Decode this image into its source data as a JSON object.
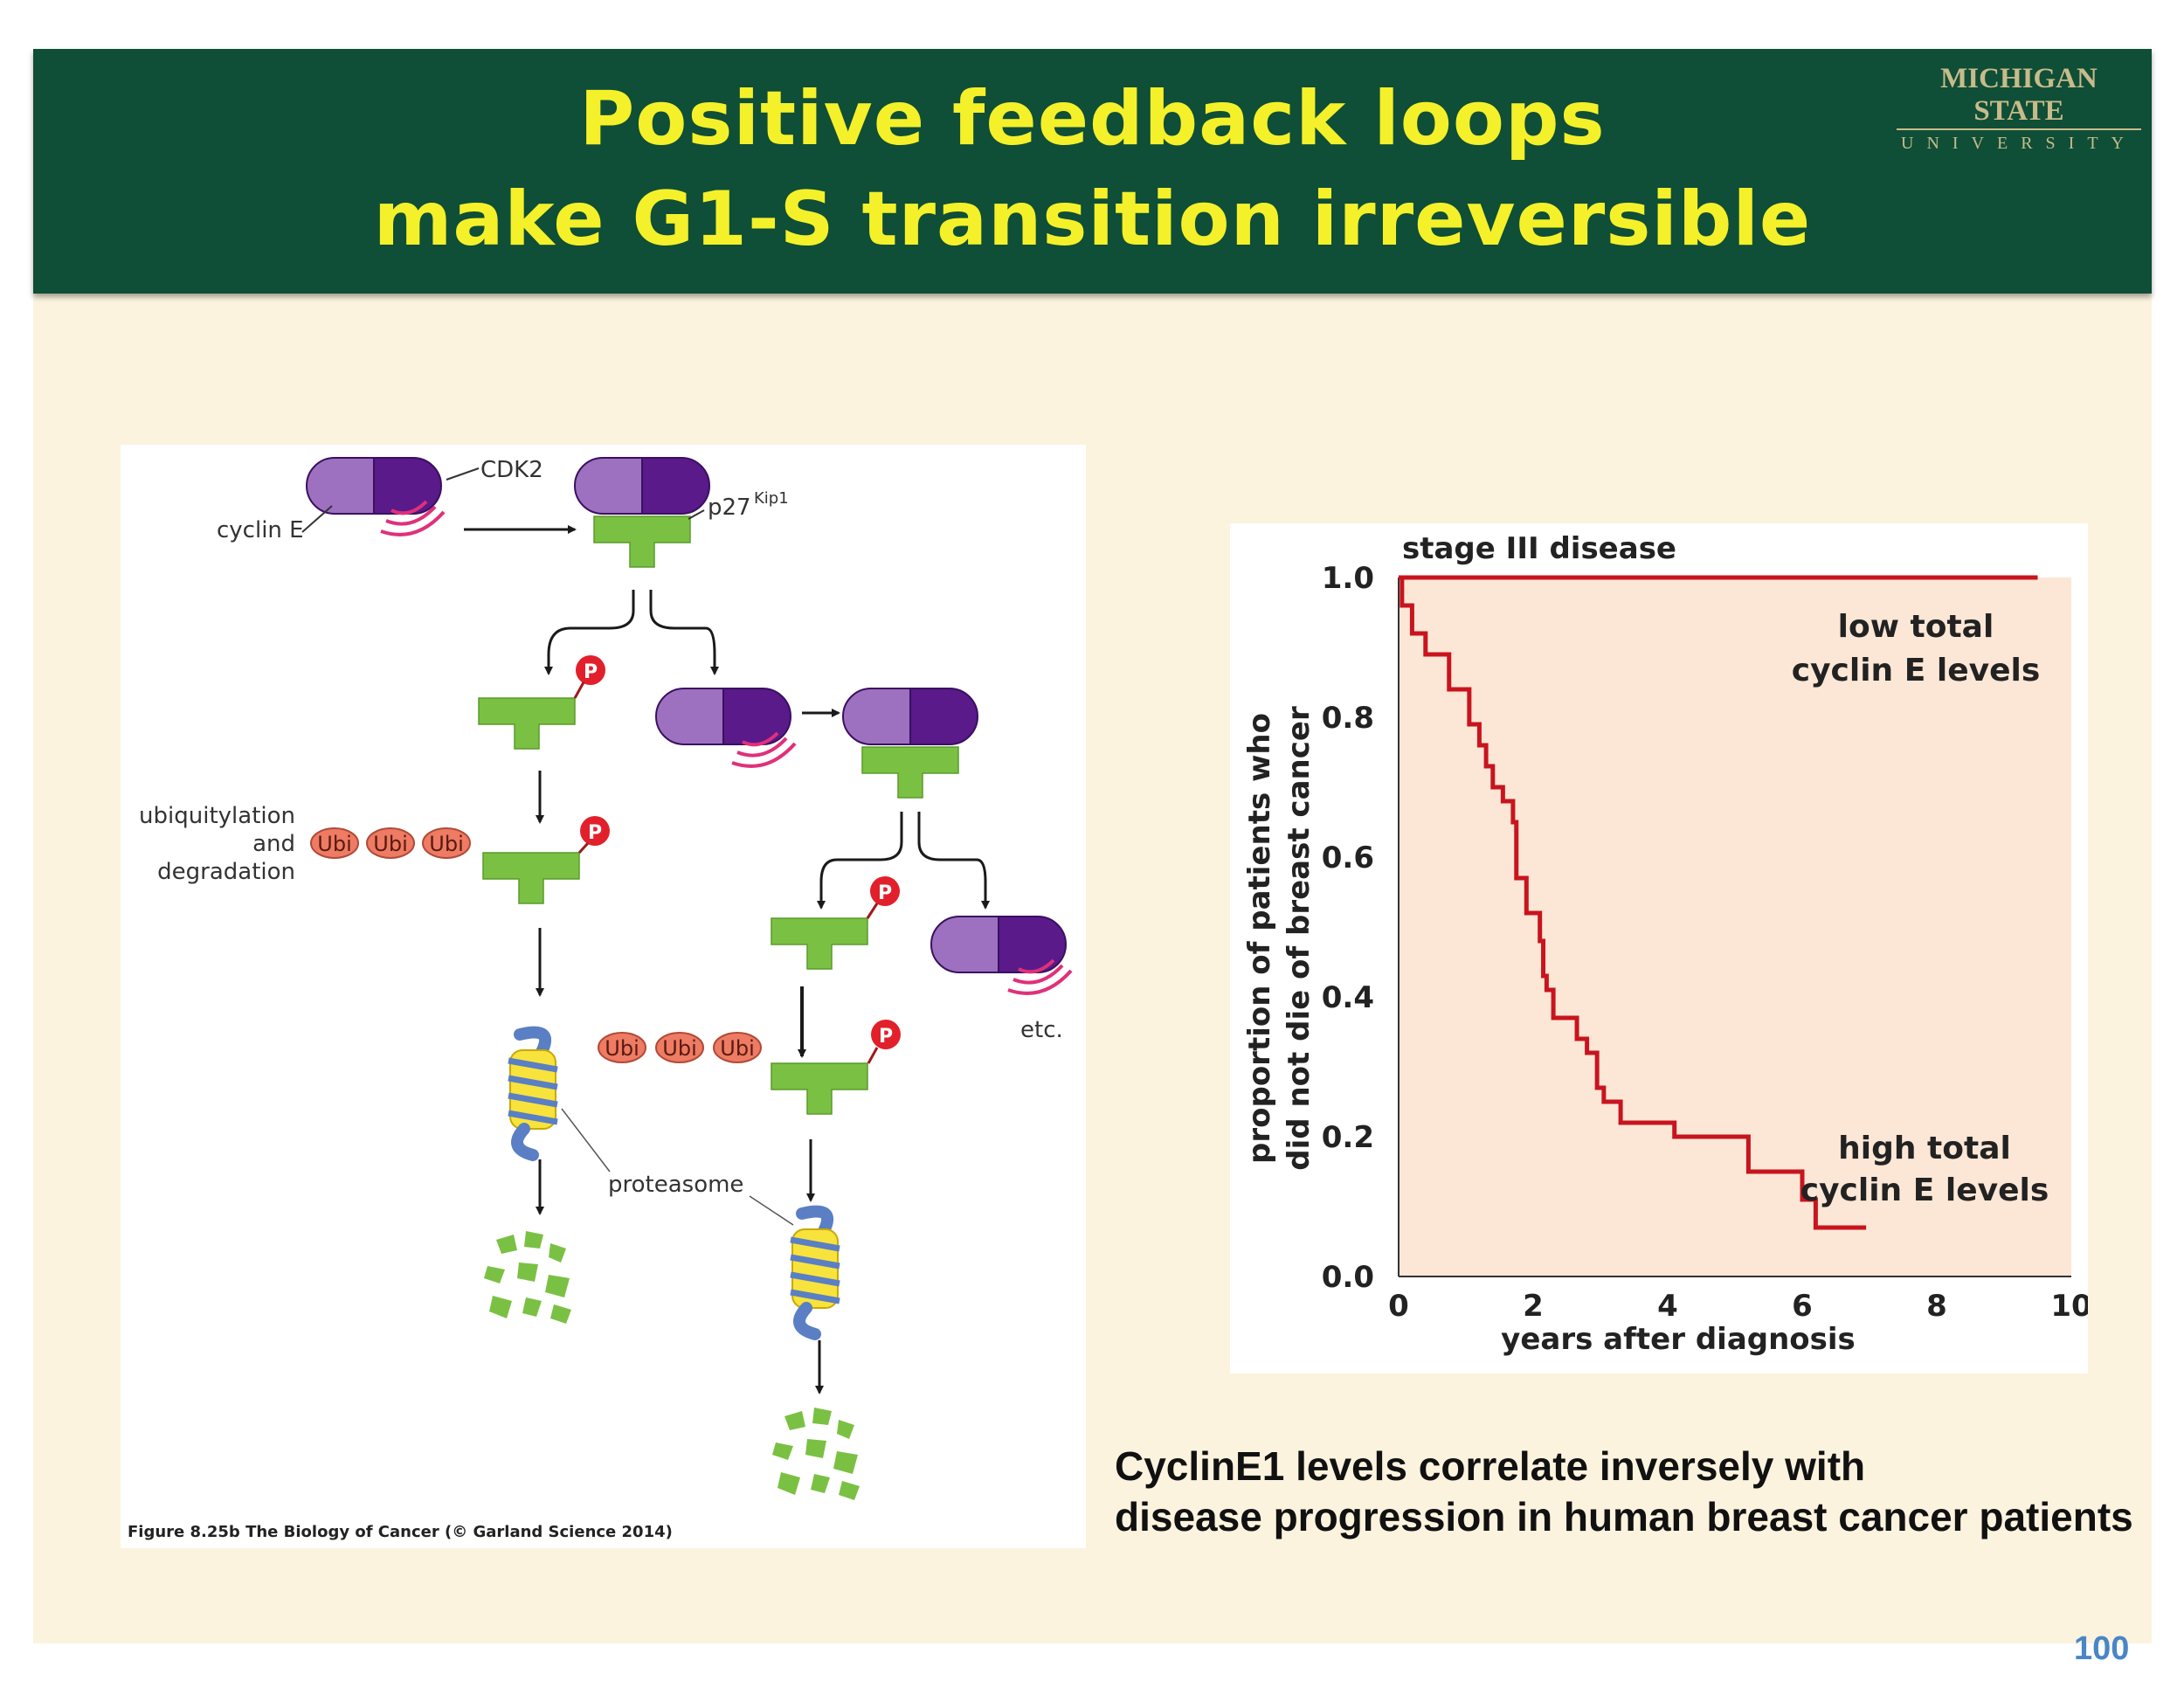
{
  "header": {
    "title_line1": "Positive feedback loops",
    "title_line2": "make G1-S transition irreversible",
    "logo_top": "MICHIGAN STATE",
    "logo_bottom": "UNIVERSITY",
    "background_color": "#0f4e37",
    "title_color": "#f4f12a"
  },
  "diagram": {
    "labels": {
      "cdk2": "CDK2",
      "cyclin_e": "cyclin E",
      "p27": "p27",
      "kip1": "Kip1",
      "ubiquitylation_1": "ubiquitylation",
      "ubiquitylation_2": "and",
      "ubiquitylation_3": "degradation",
      "ubi": "Ubi",
      "phosphate": "P",
      "etc": "etc.",
      "proteasome": "proteasome",
      "figure_credit": "Figure 8.25b The Biology of Cancer (© Garland Science 2014)"
    },
    "colors": {
      "cyclin_light": "#9e70c0",
      "cdk_dark": "#5a1a8a",
      "p27_green": "#7ac143",
      "phosphate_red": "#e2202b",
      "ubi_salmon": "#ee7b63",
      "proteasome_blue": "#5a7fc4",
      "proteasome_yellow": "#f7e33b",
      "signal_pink": "#e0307a"
    }
  },
  "chart": {
    "title": "stage III disease",
    "xlabel": "years after diagnosis",
    "ylabel_line1": "proportion of patients who",
    "ylabel_line2": "did not die of breast cancer",
    "series_low_label_1": "low total",
    "series_low_label_2": "cyclin E levels",
    "series_high_label_1": "high total",
    "series_high_label_2": "cyclin E levels",
    "x_ticks": [
      "0",
      "2",
      "4",
      "6",
      "8",
      "10"
    ],
    "y_ticks": [
      "0.0",
      "0.2",
      "0.4",
      "0.6",
      "0.8",
      "1.0"
    ],
    "plot_background": "#fce7d6",
    "line_color": "#c8141e"
  },
  "chart_data": {
    "type": "line",
    "step": true,
    "title": "stage III disease",
    "xlabel": "years after diagnosis",
    "ylabel": "proportion of patients who did not die of breast cancer",
    "xlim": [
      0,
      10
    ],
    "ylim": [
      0,
      1
    ],
    "x_ticks": [
      0,
      2,
      4,
      6,
      8,
      10
    ],
    "y_ticks": [
      0.0,
      0.2,
      0.4,
      0.6,
      0.8,
      1.0
    ],
    "grid": false,
    "series": [
      {
        "name": "low total cyclin E levels",
        "x": [
          0,
          9.5
        ],
        "y": [
          1.0,
          1.0
        ]
      },
      {
        "name": "high total cyclin E levels",
        "x": [
          0,
          0.05,
          0.2,
          0.4,
          0.75,
          1.05,
          1.2,
          1.3,
          1.4,
          1.55,
          1.7,
          1.75,
          1.9,
          2.1,
          2.15,
          2.2,
          2.3,
          2.65,
          2.8,
          2.95,
          3.05,
          3.3,
          4.1,
          5.2,
          6.0,
          6.2,
          6.95
        ],
        "y": [
          1.0,
          0.96,
          0.92,
          0.89,
          0.84,
          0.79,
          0.76,
          0.73,
          0.7,
          0.68,
          0.65,
          0.57,
          0.52,
          0.48,
          0.43,
          0.41,
          0.37,
          0.34,
          0.32,
          0.27,
          0.25,
          0.22,
          0.2,
          0.15,
          0.11,
          0.07,
          0.07
        ]
      }
    ]
  },
  "caption": {
    "line1": "CyclinE1 levels correlate inversely with",
    "line2": "disease progression in human breast cancer patients"
  },
  "page_number": "100"
}
